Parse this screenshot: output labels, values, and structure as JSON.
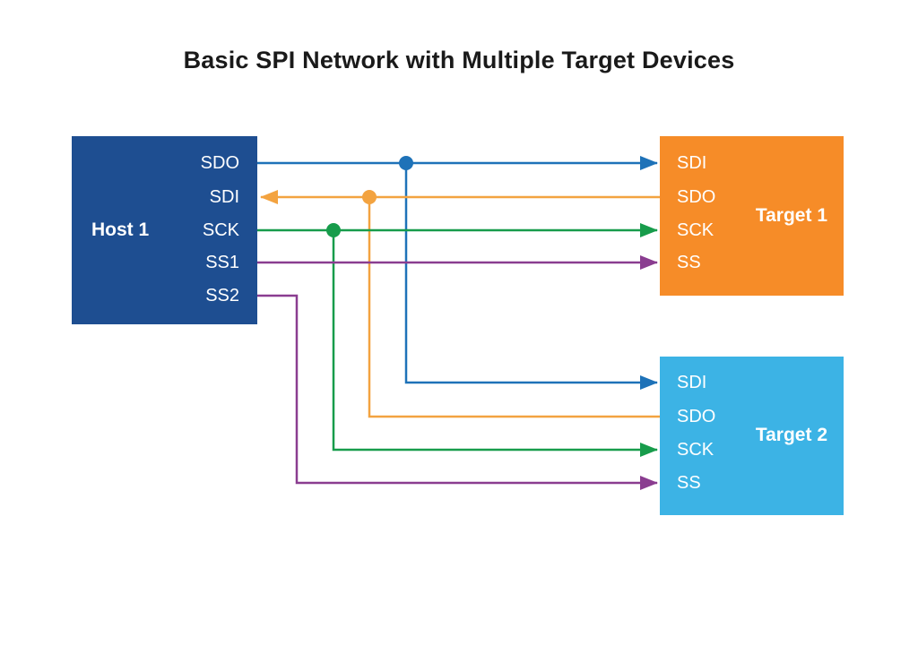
{
  "title": "Basic SPI Network with Multiple Target Devices",
  "colors": {
    "background": "#FFFFFF",
    "title_text": "#1A1A1A",
    "host_box": "#1E4E91",
    "target1_box": "#F68C28",
    "target2_box": "#3CB3E5",
    "box_text": "#FFFFFF",
    "wire_sdo": "#1E72B8",
    "wire_sdi": "#F3A340",
    "wire_sck": "#179C4B",
    "wire_ss": "#8A3D90"
  },
  "host": {
    "label": "Host 1",
    "pins": [
      "SDO",
      "SDI",
      "SCK",
      "SS1",
      "SS2"
    ]
  },
  "target1": {
    "label": "Target 1",
    "pins": [
      "SDI",
      "SDO",
      "SCK",
      "SS"
    ]
  },
  "target2": {
    "label": "Target 2",
    "pins": [
      "SDI",
      "SDO",
      "SCK",
      "SS"
    ]
  },
  "connections": [
    {
      "signal": "SDO",
      "color": "#1E72B8",
      "from": "Host 1 SDO",
      "to": [
        "Target 1 SDI",
        "Target 2 SDI"
      ],
      "arrow_into_targets": true
    },
    {
      "signal": "SDI",
      "color": "#F3A340",
      "from": [
        "Target 1 SDO",
        "Target 2 SDO"
      ],
      "to": "Host 1 SDI",
      "arrow_into_host": true
    },
    {
      "signal": "SCK",
      "color": "#179C4B",
      "from": "Host 1 SCK",
      "to": [
        "Target 1 SCK",
        "Target 2 SCK"
      ],
      "arrow_into_targets": true
    },
    {
      "signal": "SS1",
      "color": "#8A3D90",
      "from": "Host 1 SS1",
      "to": [
        "Target 1 SS"
      ],
      "arrow_into_targets": true
    },
    {
      "signal": "SS2",
      "color": "#8A3D90",
      "from": "Host 1 SS2",
      "to": [
        "Target 2 SS"
      ],
      "arrow_into_targets": true
    }
  ]
}
